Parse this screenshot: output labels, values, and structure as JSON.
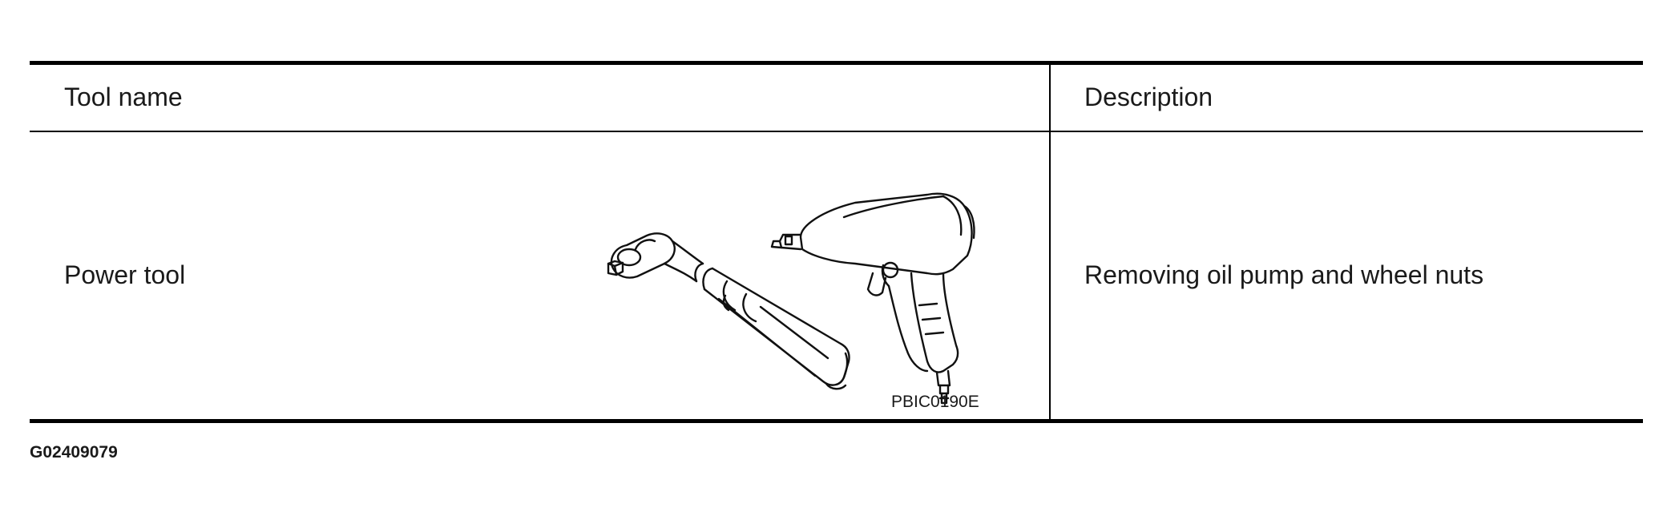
{
  "table": {
    "header": {
      "tool_name_label": "Tool name",
      "description_label": "Description"
    },
    "rows": [
      {
        "tool_name": "Power tool",
        "description": "Removing oil pump and wheel nuts",
        "figure_code": "PBIC0190E",
        "figure_icons": [
          "ratchet-wrench-icon",
          "impact-wrench-icon"
        ]
      }
    ]
  },
  "document_id": "G02409079"
}
